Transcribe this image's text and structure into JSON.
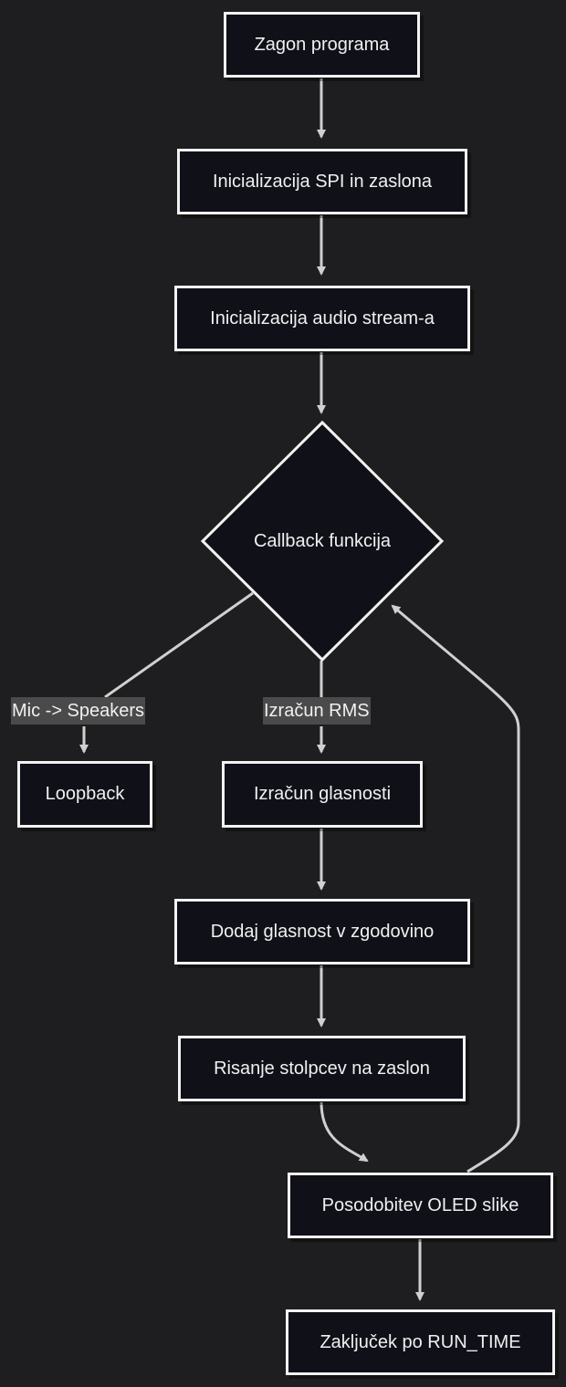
{
  "nodes": {
    "start": "Zagon programa",
    "init_spi": "Inicializacija SPI in zaslona",
    "init_audio": "Inicializacija audio stream-a",
    "callback": "Callback funkcija",
    "loopback": "Loopback",
    "loudness": "Izračun glasnosti",
    "history": "Dodaj glasnost v zgodovino",
    "draw_bars": "Risanje stolpcev na zaslon",
    "oled_update": "Posodobitev OLED slike",
    "end": "Zaključek po RUN_TIME"
  },
  "edge_labels": {
    "mic_speakers": "Mic -> Speakers",
    "rms": "Izračun RMS"
  },
  "colors": {
    "background": "#1e1e20",
    "node_fill": "#101019",
    "node_stroke": "#f2f2f2",
    "edge": "#d0d0d0",
    "edge_label_bg": "#4a4a4a"
  }
}
